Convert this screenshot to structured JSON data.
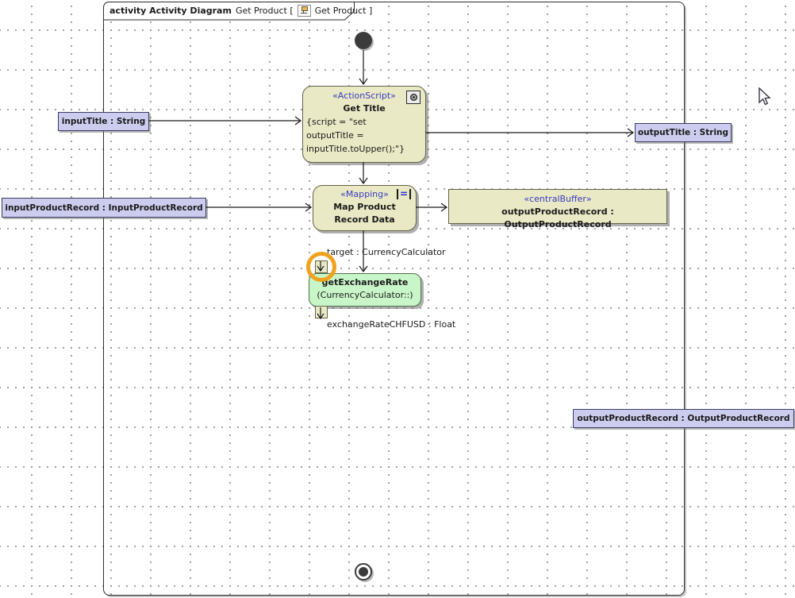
{
  "frame": {
    "title_keyword": "activity Activity Diagram",
    "title_name": "Get Product [",
    "title_suffix": "Get Product ]"
  },
  "nodes": {
    "get_title": {
      "stereotype": "«ActionScript»",
      "name": "Get Title",
      "script_lines": [
        "{script = \"set",
        "outputTitle =",
        "inputTitle.toUpper();\"}"
      ]
    },
    "map_product": {
      "stereotype": "«Mapping»",
      "name_line1": "Map Product",
      "name_line2": "Record Data"
    },
    "central_buffer": {
      "stereotype": "«centralBuffer»",
      "name": "outputProductRecord : OutputProductRecord"
    },
    "get_exchange_rate": {
      "name": "getExchangeRate",
      "qualifier": "(CurrencyCalculator::)"
    }
  },
  "object_nodes": {
    "input_title": "inputTitle : String",
    "output_title": "outputTitle : String",
    "input_product_record": "inputProductRecord : InputProductRecord",
    "output_product_record": "outputProductRecord : OutputProductRecord"
  },
  "labels": {
    "target": "target : CurrencyCalculator",
    "exchange_rate_out": "exchangeRateCHFUSD : Float"
  },
  "colors": {
    "node_fill": "#e9e9c6",
    "node_border": "#62624a",
    "object_fill": "#ccccee",
    "object_border": "#3c3c64",
    "call_fill": "#c9f6c9",
    "call_border": "#507050",
    "stereotype_text": "#3a3abf",
    "highlight_ring": "#f0a21c",
    "grid_dot": "#999999"
  }
}
